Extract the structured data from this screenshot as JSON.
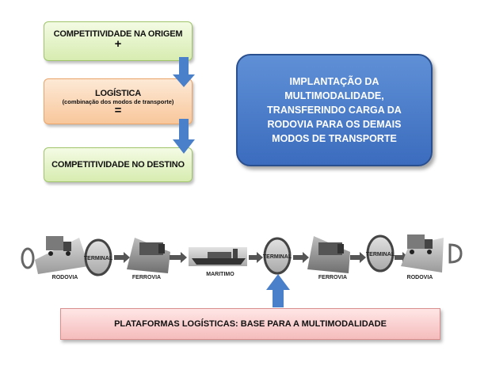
{
  "flow": {
    "box1": "COMPETITIVIDADE NA ORIGEM",
    "plus": "+",
    "box2_title": "LOGÍSTICA",
    "box2_sub": "(combinação dos modos de transporte)",
    "equals": "=",
    "box3": "COMPETITIVIDADE NO DESTINO"
  },
  "callout": "IMPLANTAÇÃO DA MULTIMODALIDADE, TRANSFERINDO CARGA DA RODOVIA PARA OS DEMAIS MODOS DE TRANSPORTE",
  "chain": {
    "origin": "O",
    "destination": "D",
    "terminal": "TERMINAL",
    "rodovia": "RODOVIA",
    "ferrovia": "FERROVIA",
    "maritimo": "MARITIMO"
  },
  "platform": "PLATAFORMAS LOGÍSTICAS: BASE PARA A MULTIMODALIDADE",
  "colors": {
    "arrow": "#4a7fc9",
    "callout": "#3b6cbe"
  }
}
